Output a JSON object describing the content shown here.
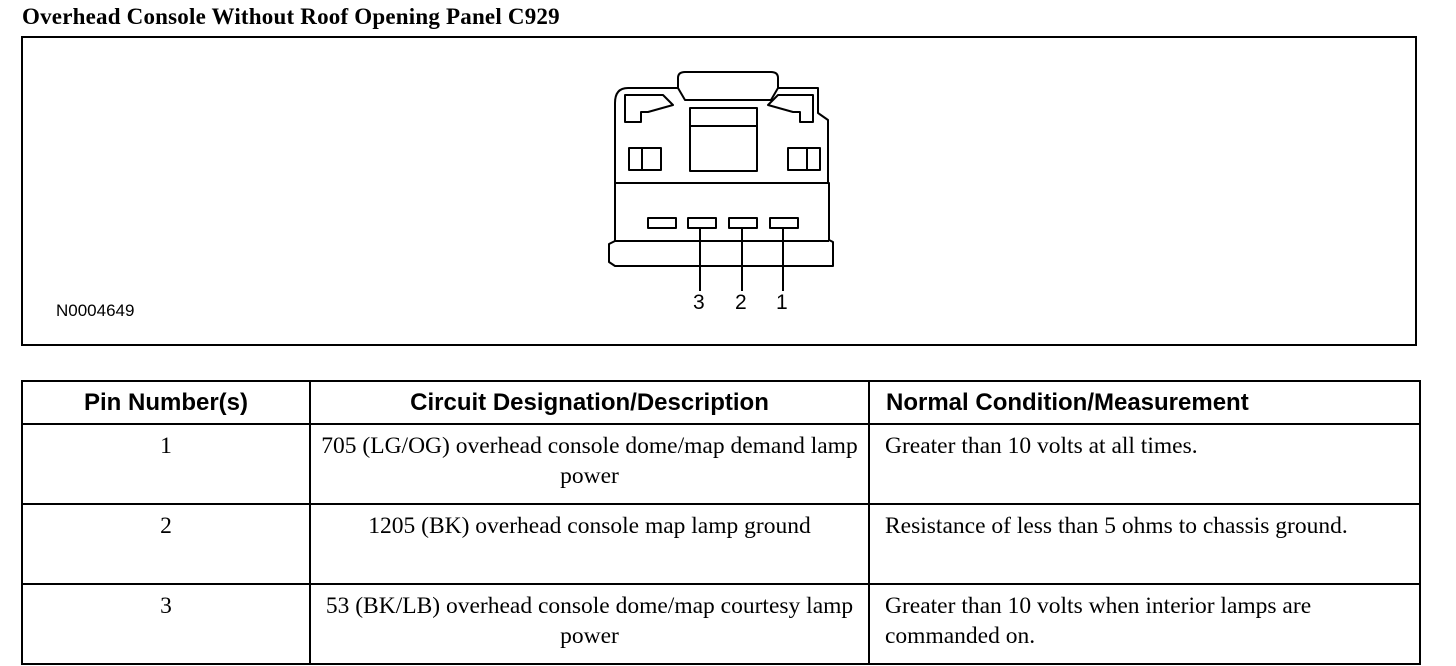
{
  "title": "Overhead Console Without Roof Opening Panel C929",
  "figure": {
    "id": "N0004649",
    "pins": [
      "3",
      "2",
      "1"
    ]
  },
  "table": {
    "headers": [
      "Pin Number(s)",
      "Circuit Designation/Description",
      "Normal Condition/Measurement"
    ],
    "rows": [
      {
        "pin": "1",
        "circuit": "705 (LG/OG) overhead console dome/map demand lamp power",
        "condition": "Greater than 10 volts at all times."
      },
      {
        "pin": "2",
        "circuit": "1205 (BK) overhead console map lamp ground",
        "condition": "Resistance of less than 5 ohms to chassis ground."
      },
      {
        "pin": "3",
        "circuit": "53 (BK/LB) overhead console dome/map courtesy lamp power",
        "condition": "Greater than 10 volts when interior lamps are commanded on."
      }
    ]
  }
}
